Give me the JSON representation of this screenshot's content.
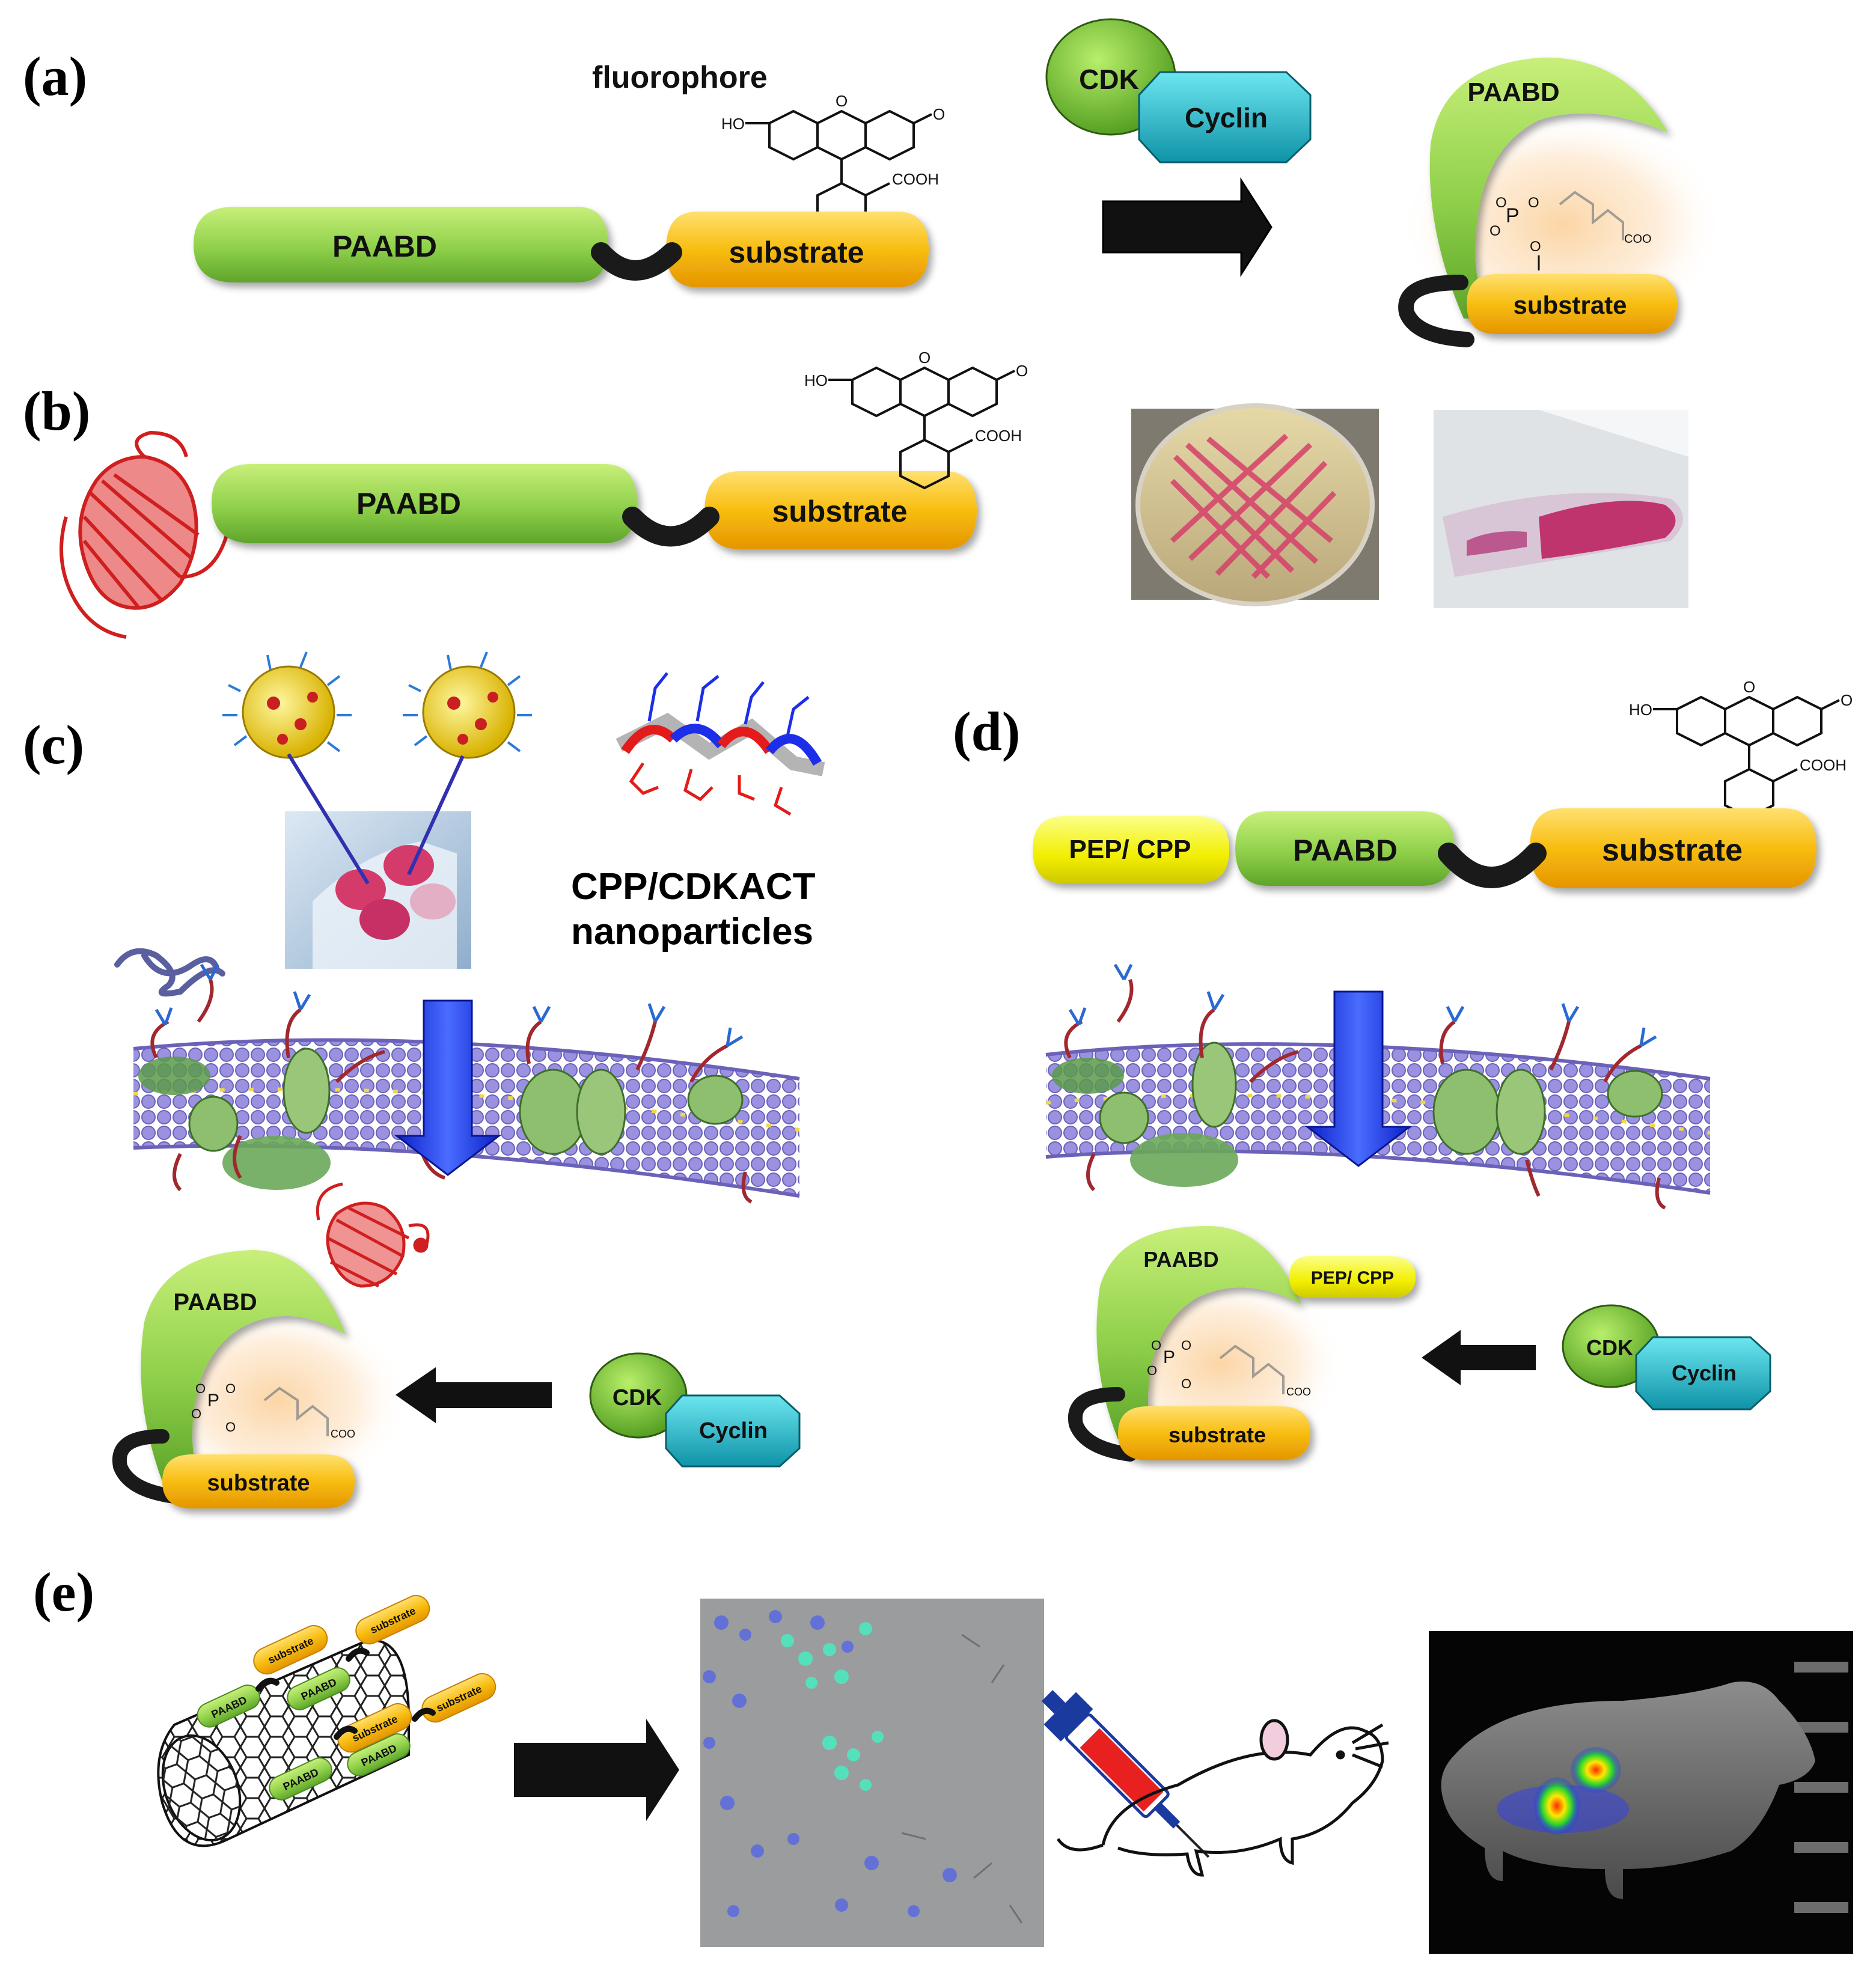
{
  "panels": {
    "a": {
      "label": "(a)",
      "fluorophore_label": "fluorophore",
      "paabd": "PAABD",
      "substrate": "substrate",
      "cdk": "CDK",
      "cyclin": "Cyclin",
      "folded_paabd": "PAABD",
      "folded_substrate": "substrate"
    },
    "b": {
      "label": "(b)",
      "paabd": "PAABD",
      "substrate": "substrate"
    },
    "c": {
      "label": "(c)",
      "caption_line1": "CPP/CDKACT",
      "caption_line2": "nanoparticles",
      "folded_paabd": "PAABD",
      "folded_substrate": "substrate",
      "cdk": "CDK",
      "cyclin": "Cyclin"
    },
    "d": {
      "label": "(d)",
      "pep_cpp": "PEP/ CPP",
      "paabd": "PAABD",
      "substrate": "substrate",
      "folded_paabd": "PAABD",
      "folded_pep_cpp": "PEP/ CPP",
      "folded_substrate": "substrate",
      "cdk": "CDK",
      "cyclin": "Cyclin"
    },
    "e": {
      "label": "(e)",
      "tube_paabd": "PAABD",
      "tube_substrate": "substrate"
    }
  },
  "chem": {
    "ho": "HO",
    "o": "O",
    "cooh": "COOH",
    "p": "P",
    "coo": "COO"
  },
  "colors": {
    "paabd_green": "#8fd04a",
    "substrate_orange": "#f7b500",
    "pep_yellow": "#f4f000",
    "cdk_green": "#74c42c",
    "cyclin_cyan": "#19b4c8",
    "arrow_black": "#111111",
    "arrow_blue": "#1a3cf0",
    "membrane_purple": "#8c84d8"
  }
}
